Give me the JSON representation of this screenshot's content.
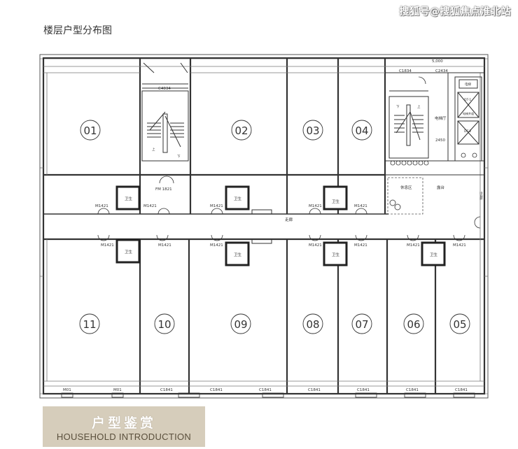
{
  "watermark": "搜狐号@搜狐焦点淮北站",
  "page_title": "楼层户型分布图",
  "units_top": [
    "01",
    "02",
    "03",
    "04"
  ],
  "units_bottom": [
    "11",
    "10",
    "09",
    "08",
    "07",
    "06",
    "05"
  ],
  "plan_labels": {
    "stair_code": "C4034",
    "fire_door": "FM 1821",
    "corridor": "走廊",
    "tea_room": "休息区",
    "balcony": "露台",
    "elevator_hall": "电梯厅",
    "elevator_room": "电梯",
    "elevator_shaft": "电梯井道",
    "dim_top": "5,000",
    "window_c1834": "C1834",
    "window_c2434": "C2434",
    "dim_2450": "2450",
    "door_m1421": "M1421",
    "bath": "卫生",
    "window_c1841": "C1841",
    "window_m01": "M01",
    "stair_up": "上",
    "stair_down": "下",
    "elev_dt1": "DT-1",
    "elev_dt2": "DT-2",
    "elev_dt3": "DT-3",
    "side_label": "空调板"
  },
  "banner": {
    "title": "户型鉴赏",
    "subtitle": "HOUSEHOLD INTRODUCTION"
  }
}
